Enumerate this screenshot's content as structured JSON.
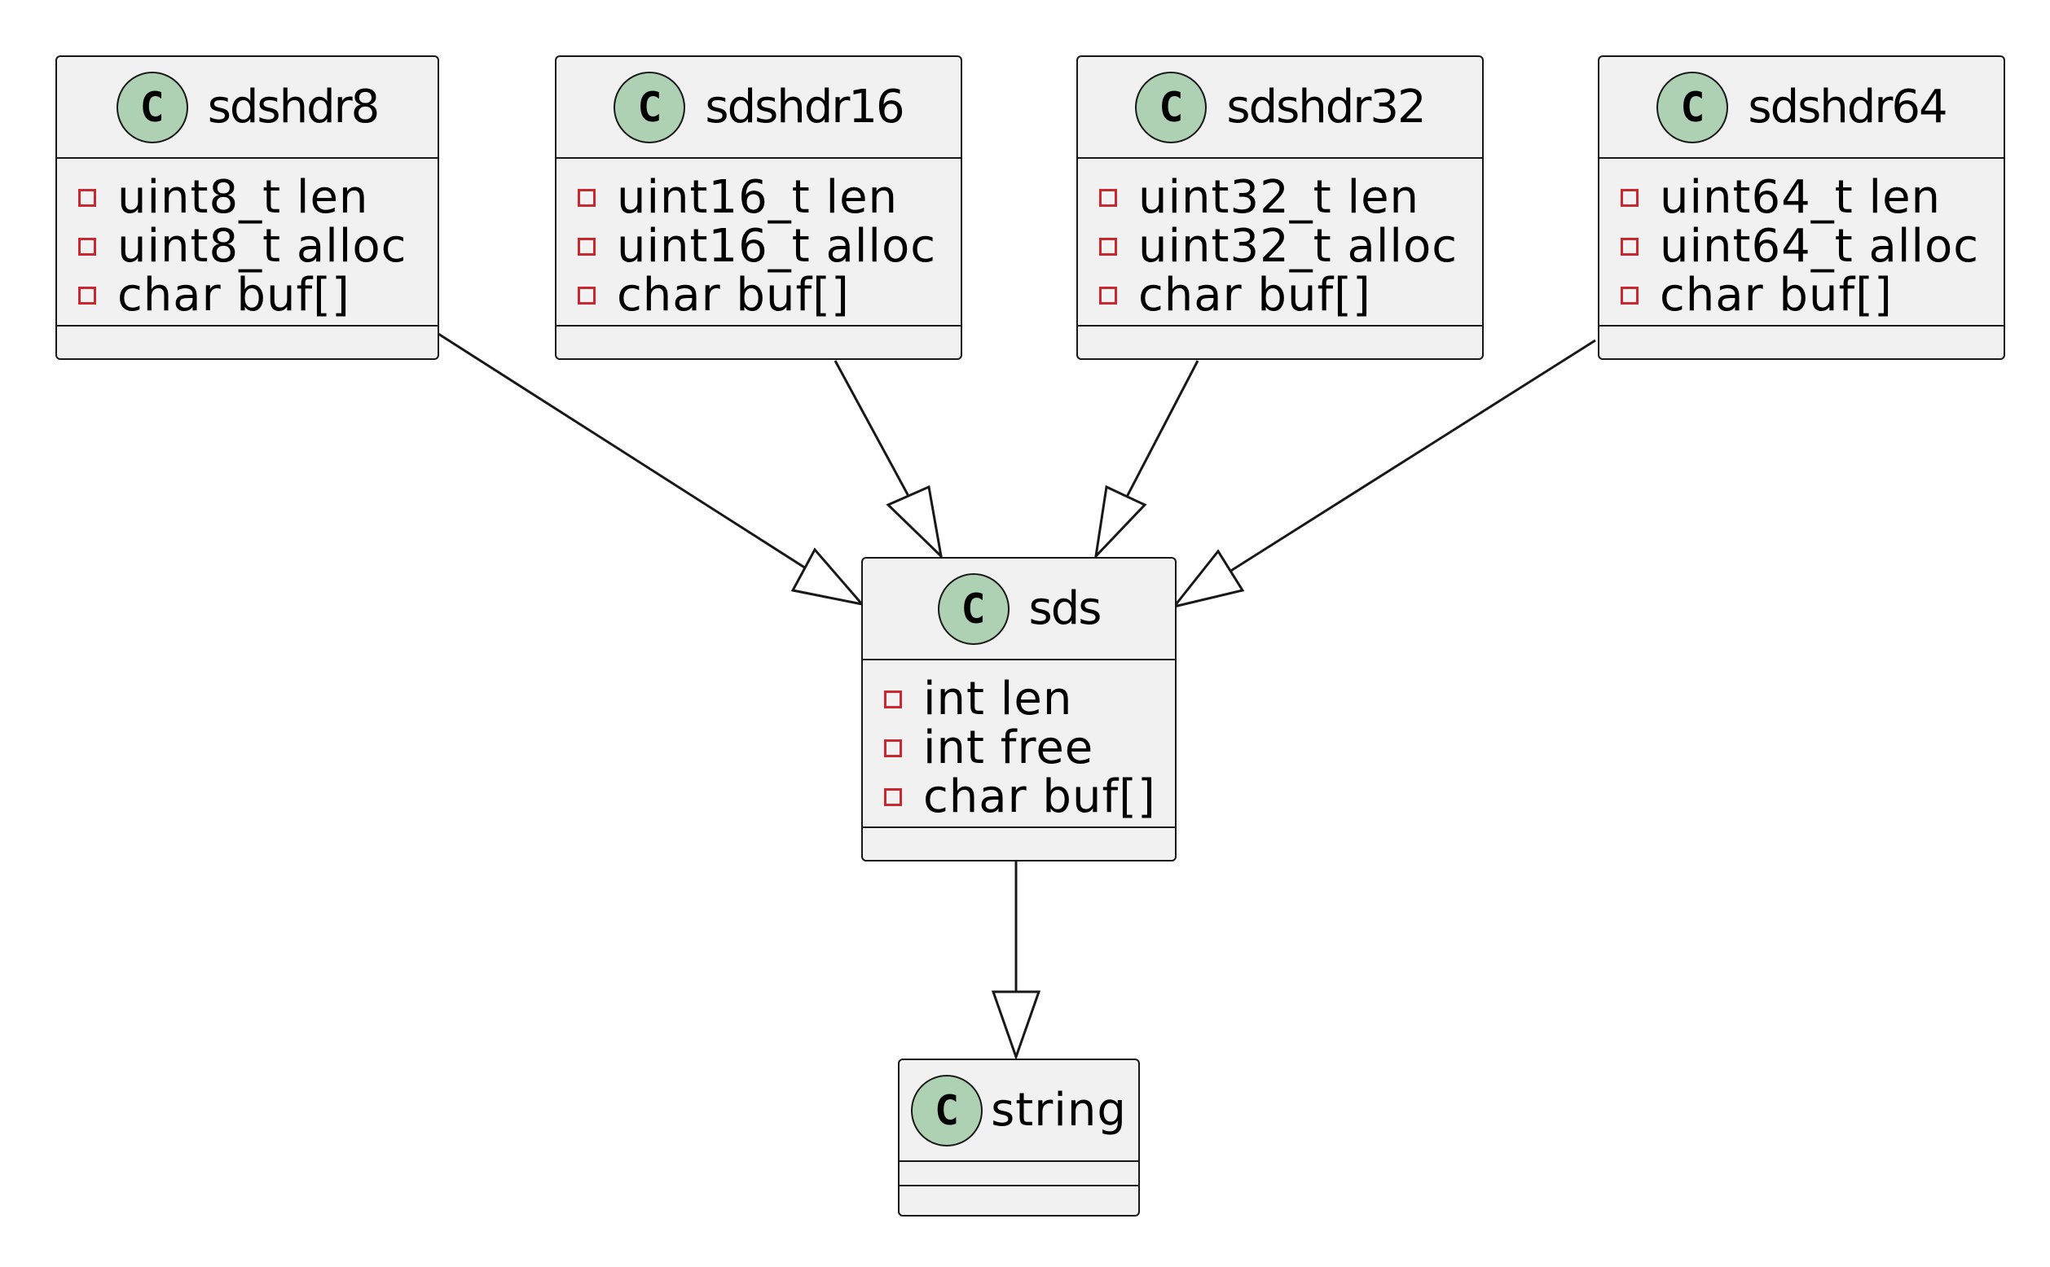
{
  "classes": {
    "sdshdr8": {
      "badge": "C",
      "name": "sdshdr8",
      "fields": [
        "uint8_t len",
        "uint8_t alloc",
        "char buf[]"
      ]
    },
    "sdshdr16": {
      "badge": "C",
      "name": "sdshdr16",
      "fields": [
        "uint16_t len",
        "uint16_t alloc",
        "char buf[]"
      ]
    },
    "sdshdr32": {
      "badge": "C",
      "name": "sdshdr32",
      "fields": [
        "uint32_t len",
        "uint32_t alloc",
        "char buf[]"
      ]
    },
    "sdshdr64": {
      "badge": "C",
      "name": "sdshdr64",
      "fields": [
        "uint64_t len",
        "uint64_t alloc",
        "char buf[]"
      ]
    },
    "sds": {
      "badge": "C",
      "name": "sds",
      "fields": [
        "int len",
        "int free",
        "char buf[]"
      ]
    },
    "string": {
      "badge": "C",
      "name": "string",
      "fields": []
    }
  },
  "relations": [
    {
      "from": "sdshdr8",
      "to": "sds",
      "type": "generalization"
    },
    {
      "from": "sdshdr16",
      "to": "sds",
      "type": "generalization"
    },
    {
      "from": "sdshdr32",
      "to": "sds",
      "type": "generalization"
    },
    {
      "from": "sdshdr64",
      "to": "sds",
      "type": "generalization"
    },
    {
      "from": "sds",
      "to": "string",
      "type": "generalization"
    }
  ],
  "colors": {
    "class_fill": "#f1f1f1",
    "badge_fill": "#add1b2",
    "private_marker": "#c82930",
    "line": "#181818"
  }
}
